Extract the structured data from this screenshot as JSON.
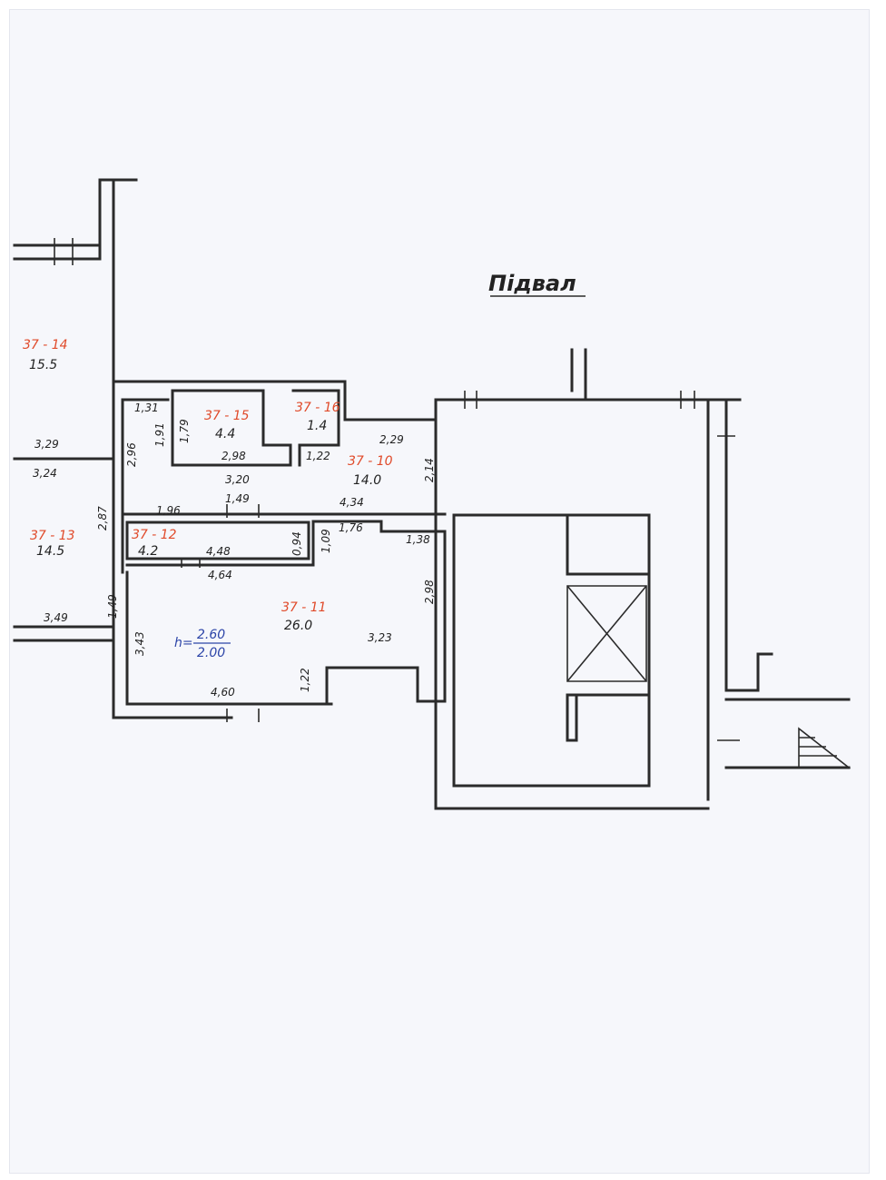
{
  "title": "Підвал",
  "rooms": [
    {
      "id": "r14",
      "code": "37 - 14",
      "area": "15.5"
    },
    {
      "id": "r13",
      "code": "37 - 13",
      "area": "14.5"
    },
    {
      "id": "r15",
      "code": "37 - 15",
      "area": "4.4"
    },
    {
      "id": "r16",
      "code": "37 - 16",
      "area": "1.4"
    },
    {
      "id": "r10",
      "code": "37 - 10",
      "area": "14.0"
    },
    {
      "id": "r12",
      "code": "37 - 12",
      "area": "4.2"
    },
    {
      "id": "r11",
      "code": "37 - 11",
      "area": "26.0"
    }
  ],
  "height": {
    "prefix": "h=",
    "top": "2.60",
    "bottom": "2.00"
  },
  "dimensions": [
    "1,31",
    "1,91",
    "1,79",
    "2,96",
    "2,98",
    "3,20",
    "1,22",
    "2,29",
    "2,14",
    "1,96",
    "1,49",
    "4,34",
    "2,87",
    "3,29",
    "3,24",
    "0,94",
    "1,09",
    "1,76",
    "1,38",
    "4,48",
    "4,64",
    "2,98",
    "1,49",
    "3,49",
    "3,43",
    "3,23",
    "1,22",
    "4,60"
  ],
  "colors": {
    "room_code": "#e04a2a",
    "height_note": "#2d45a8",
    "wall": "#2b2b2b"
  }
}
